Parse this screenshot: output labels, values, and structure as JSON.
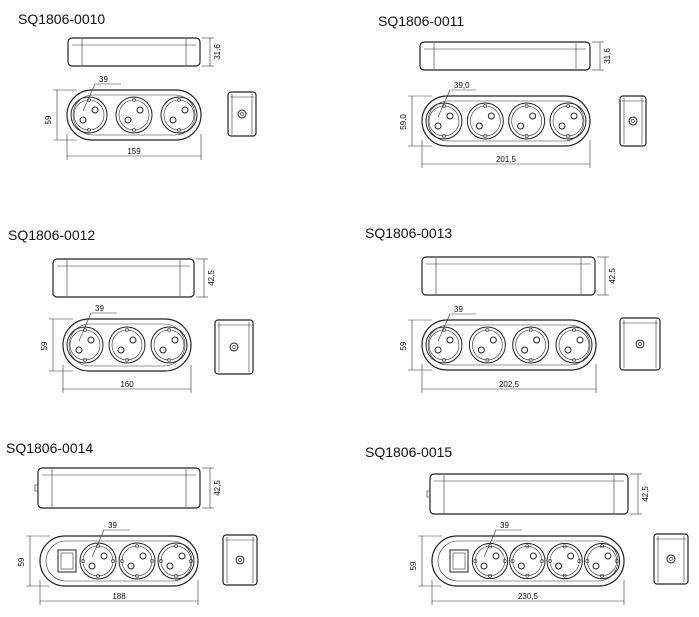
{
  "products": [
    {
      "code": "SQ1806-0010",
      "height_dim": "31,6",
      "width_dim": "59",
      "length_dim": "159",
      "socket_dim": "39",
      "sockets": 3,
      "switch": false
    },
    {
      "code": "SQ1806-0011",
      "height_dim": "31,6",
      "width_dim": "59,0",
      "length_dim": "201,5",
      "socket_dim": "39,0",
      "sockets": 4,
      "switch": false
    },
    {
      "code": "SQ1806-0012",
      "height_dim": "42,5",
      "width_dim": "59",
      "length_dim": "160",
      "socket_dim": "39",
      "sockets": 3,
      "switch": false
    },
    {
      "code": "SQ1806-0013",
      "height_dim": "42,5",
      "width_dim": "59",
      "length_dim": "202,5",
      "socket_dim": "39",
      "sockets": 4,
      "switch": false
    },
    {
      "code": "SQ1806-0014",
      "height_dim": "42,5",
      "width_dim": "59",
      "length_dim": "188",
      "socket_dim": "39",
      "sockets": 3,
      "switch": true
    },
    {
      "code": "SQ1806-0015",
      "height_dim": "42,5",
      "width_dim": "59",
      "length_dim": "230,5",
      "socket_dim": "39",
      "sockets": 4,
      "switch": true
    }
  ]
}
